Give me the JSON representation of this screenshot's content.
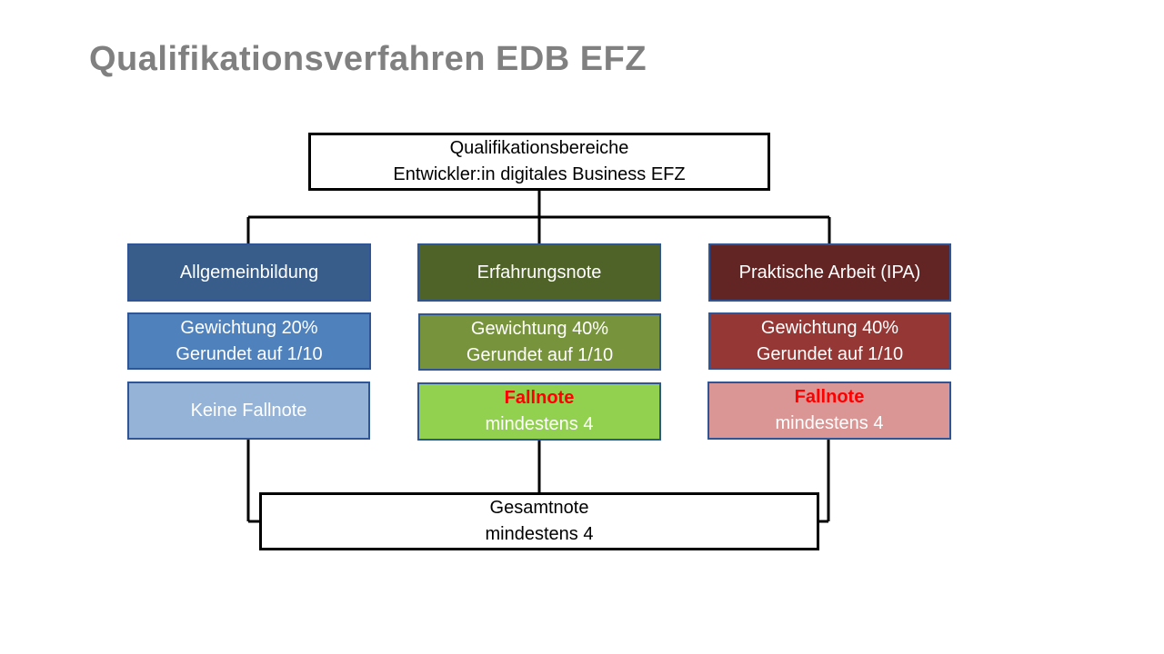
{
  "title": "Qualifikationsverfahren EDB EFZ",
  "root": {
    "line1": "Qualifikationsbereiche",
    "line2": "Entwickler:in digitales Business EFZ"
  },
  "columns": [
    {
      "header": "Allgemeinbildung",
      "weight_line1": "Gewichtung 20%",
      "weight_line2": "Gerundet auf 1/10",
      "fall_line1": "Keine Fallnote",
      "colors": {
        "header": "#385d8a",
        "weight": "#4f81bd",
        "fall": "#95b3d7"
      }
    },
    {
      "header": "Erfahrungsnote",
      "weight_line1": "Gewichtung 40%",
      "weight_line2": "Gerundet auf 1/10",
      "fall_line1": "Fallnote",
      "fall_line2": "mindestens 4",
      "colors": {
        "header": "#4f6228",
        "weight": "#77933c",
        "fall": "#92d050"
      }
    },
    {
      "header": "Praktische Arbeit (IPA)",
      "weight_line1": "Gewichtung 40%",
      "weight_line2": "Gerundet auf 1/10",
      "fall_line1": "Fallnote",
      "fall_line2": "mindestens 4",
      "colors": {
        "header": "#632523",
        "weight": "#953735",
        "fall": "#d99694"
      }
    }
  ],
  "total": {
    "line1": "Gesamtnote",
    "line2": "mindestens 4"
  },
  "colors": {
    "title": "#808080",
    "connector": "#000000",
    "fallnote_label": "#ff0000"
  }
}
